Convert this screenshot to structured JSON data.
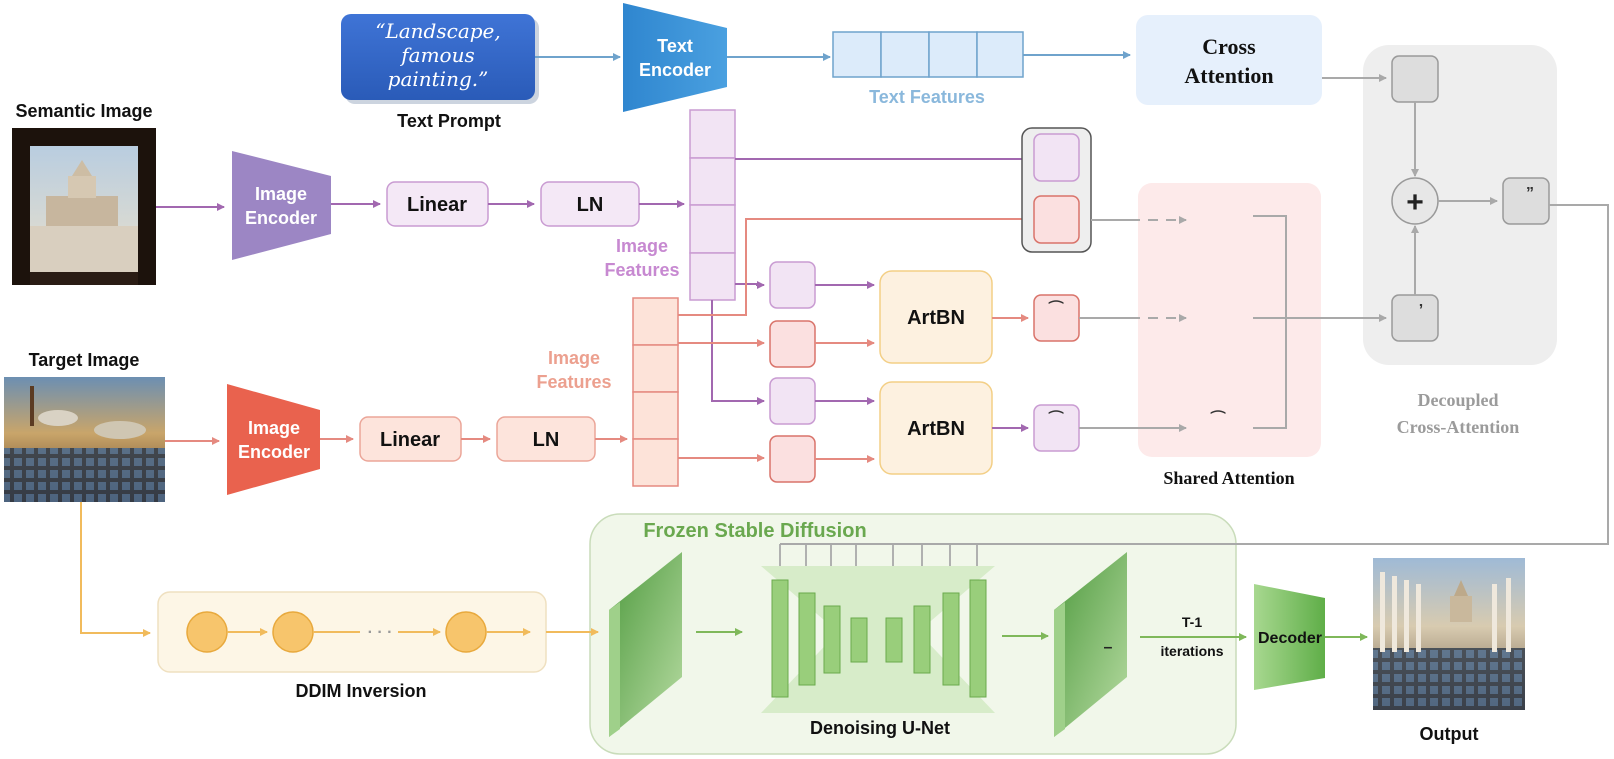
{
  "labels": {
    "text_prompt_quote": [
      "“Landscape,",
      "famous",
      "painting.”"
    ],
    "text_prompt": "Text Prompt",
    "text_encoder": [
      "Text",
      "Encoder"
    ],
    "text_features": "Text Features",
    "cross_attention": [
      "Cross",
      "Attention"
    ],
    "semantic_image": "Semantic Image",
    "target_image": "Target Image",
    "image_encoder": [
      "Image",
      "Encoder"
    ],
    "linear": "Linear",
    "ln": "LN",
    "image_features": [
      "Image",
      "Features"
    ],
    "artbn": "ArtBN",
    "shared_attention": "Shared Attention",
    "decoupled_cross_attention": [
      "Decoupled",
      "Cross-Attention"
    ],
    "frozen_stable_diffusion": "Frozen Stable Diffusion",
    "ddim_inversion": "DDIM Inversion",
    "ellipsis": "· · ·",
    "denoising_unet": "Denoising U-Net",
    "t_minus_1": "T-1",
    "iterations": "iterations",
    "decoder": "Decoder",
    "output": "Output",
    "plus": "+",
    "tilde_mark": "⁀",
    "prime_mark": "’",
    "double_prime_mark": "”",
    "latent_mark": "–"
  },
  "colors": {
    "blue": "#6fa3cc",
    "purple": "#a268b0",
    "salmon": "#e58a80",
    "orange": "#f1bb5c",
    "green": "#7fb85a",
    "gray": "#a9a9a9",
    "feature_blue": "#dcebfa",
    "feature_purple": "#f2e4f4",
    "feature_salmon": "#fde3d9",
    "text_blue": "#8ab8dc",
    "text_purple": "#c789d1",
    "text_salmon": "#eca08f",
    "text_gray": "#9b9b9b",
    "text_green": "#6aa84f"
  }
}
